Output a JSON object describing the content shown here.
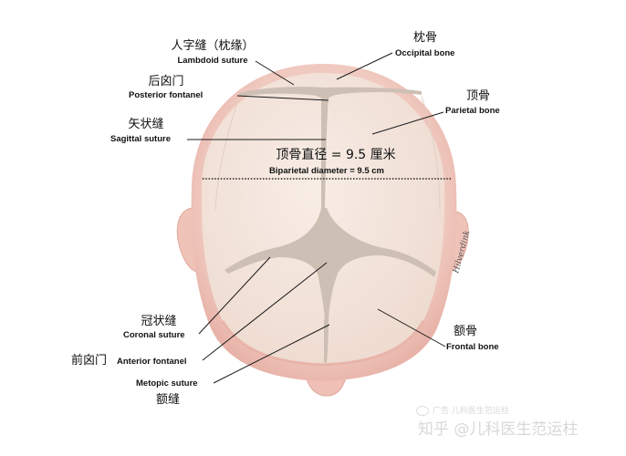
{
  "diagram": {
    "title_measurement": {
      "zh": "顶骨直径 = 9.5 厘米",
      "en": "Biparietal diameter = 9.5 cm"
    },
    "labels": [
      {
        "id": "lambdoid",
        "zh": "人字缝（枕缘）",
        "en": "Lambdoid suture"
      },
      {
        "id": "posterior-fontanel",
        "zh": "后囟门",
        "en": "Posterior fontanel"
      },
      {
        "id": "sagittal",
        "zh": "矢状缝",
        "en": "Sagittal suture"
      },
      {
        "id": "occipital",
        "zh": "枕骨",
        "en": "Occipital bone"
      },
      {
        "id": "parietal",
        "zh": "顶骨",
        "en": "Parietal bone"
      },
      {
        "id": "coronal",
        "zh": "冠状缝",
        "en": "Coronal suture"
      },
      {
        "id": "anterior-fontanel",
        "zh": "前囟门",
        "en": "Anterior fontanel"
      },
      {
        "id": "metopic",
        "zh": "额缝",
        "en": "Metopic suture"
      },
      {
        "id": "frontal",
        "zh": "额骨",
        "en": "Frontal bone"
      }
    ],
    "colors": {
      "skin": "#f1c6bd",
      "skin_edge": "#e3a79c",
      "bone": "#f3e5dc",
      "suture": "#cdbfb3",
      "line": "#1a1a1a"
    },
    "artist_signature": "Hilverdink"
  },
  "watermark": {
    "line1": "广告 儿科医生范运柱",
    "line2": "知乎 @儿科医生范运柱"
  }
}
